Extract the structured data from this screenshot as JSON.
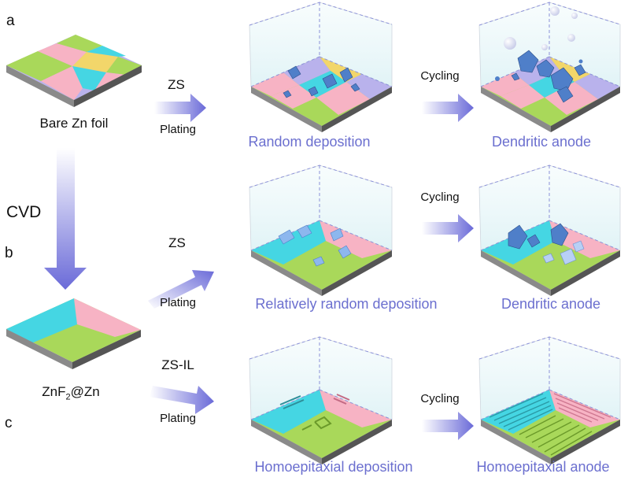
{
  "panels": {
    "a": "a",
    "b": "b",
    "c": "c"
  },
  "left": {
    "bare_foil": "Bare Zn foil",
    "cvd": "CVD",
    "znf2_prefix": "ZnF",
    "znf2_sub": "2",
    "znf2_suffix": "@Zn"
  },
  "row_a": {
    "electrolyte": "ZS",
    "plating": "Plating",
    "cycling": "Cycling",
    "result_1": "Random deposition",
    "result_2": "Dendritic anode"
  },
  "row_b": {
    "electrolyte": "ZS",
    "plating": "Plating",
    "cycling": "Cycling",
    "result_1": "Relatively random deposition",
    "result_2": "Dendritic anode"
  },
  "row_c": {
    "electrolyte": "ZS-IL",
    "plating": "Plating",
    "cycling": "Cycling",
    "result_1": "Homoepitaxial deposition",
    "result_2": "Homoepitaxial anode"
  },
  "colors": {
    "pink": "#f7b3c4",
    "green": "#a9d85a",
    "cyan": "#45d6e3",
    "lavender": "#b9b2ec",
    "yellow": "#f2d66a",
    "deposit": "#4f7fc9",
    "arrow": "#7f7fe0",
    "label_blue": "#6b6fcf"
  }
}
